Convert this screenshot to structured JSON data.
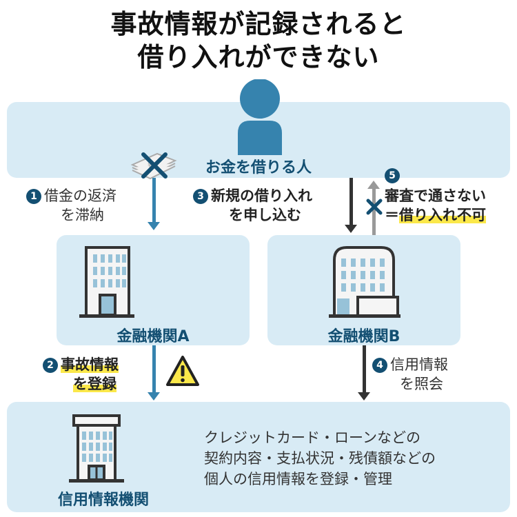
{
  "title": {
    "line1": "事故情報が記録されると",
    "line2": "借り入れができない"
  },
  "borrower": {
    "label": "お金を借りる人",
    "icon": "person-icon"
  },
  "institution_a": {
    "label": "金融機関A",
    "icon": "building-icon"
  },
  "institution_b": {
    "label": "金融機関B",
    "icon": "building-icon"
  },
  "credit_bureau": {
    "label": "信用情報機関",
    "icon": "building-icon",
    "description": [
      "クレジットカード・ローンなどの",
      "契約内容・支払状況・残債額などの",
      "個人の信用情報を登録・管理"
    ]
  },
  "steps": [
    {
      "num": "1",
      "line1": "借金の返済",
      "line2": "を滞納"
    },
    {
      "num": "2",
      "line1": "事故情報",
      "line2": "を登録"
    },
    {
      "num": "3",
      "line1": "新規の借り入れ",
      "line2": "を申し込む"
    },
    {
      "num": "4",
      "line1": "信用情報",
      "line2": "を照会"
    },
    {
      "num": "5",
      "line1": "審査で通さない",
      "line2_prefix": "＝",
      "line2": "借り入れ不可"
    }
  ],
  "icons": {
    "money": "money-stack-icon",
    "cross": "x-mark-icon",
    "warning": "warning-icon"
  },
  "colors": {
    "panel": "#d8ebf5",
    "accent_blue": "#3683ae",
    "dark_navy": "#134f72",
    "highlight": "#fbe84a",
    "dark_arrow": "#333333",
    "gray_arrow": "#999999"
  }
}
